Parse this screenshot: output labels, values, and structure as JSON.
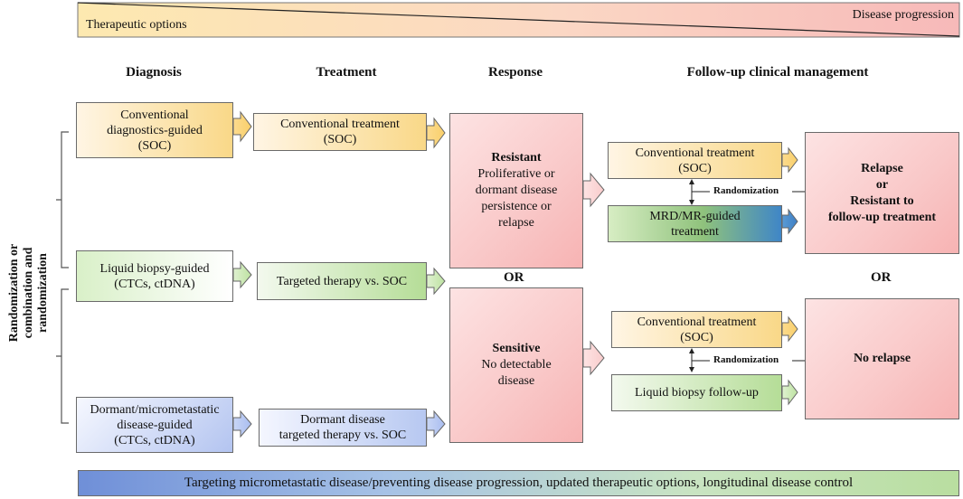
{
  "top_bar": {
    "therapeutic_options": "Therapeutic options",
    "disease_progression": "Disease progression"
  },
  "headers": {
    "diagnosis": "Diagnosis",
    "treatment": "Treatment",
    "response": "Response",
    "follow_up": "Follow-up clinical management"
  },
  "side_label": {
    "line1": "Randomization or",
    "line2": "combination and",
    "line3": "randomization"
  },
  "diagnosis": {
    "conventional": [
      "Conventional",
      "diagnostics-guided",
      "(SOC)"
    ],
    "liquid": [
      "Liquid biopsy-guided",
      "(CTCs, ctDNA)"
    ],
    "dormant": [
      "Dormant/micrometastatic",
      "disease-guided",
      "(CTCs, ctDNA)"
    ]
  },
  "treatment": {
    "conventional": [
      "Conventional treatment",
      "(SOC)"
    ],
    "targeted": [
      "Targeted therapy vs. SOC"
    ],
    "dormant": [
      "Dormant disease",
      "targeted therapy vs. SOC"
    ]
  },
  "response": {
    "resistant_title": "Resistant",
    "resistant_body": [
      "Proliferative or",
      "dormant disease",
      "persistence or",
      "relapse"
    ],
    "or_label": "OR",
    "sensitive_title": "Sensitive",
    "sensitive_body": [
      "No detectable",
      "disease"
    ]
  },
  "followup": {
    "upper_conventional": [
      "Conventional treatment",
      "(SOC)"
    ],
    "upper_mrd": [
      "MRD/MR-guided",
      "treatment"
    ],
    "lower_conventional": [
      "Conventional treatment",
      "(SOC)"
    ],
    "lower_liquid": [
      "Liquid biopsy follow-up"
    ],
    "randomization": "Randomization"
  },
  "outcomes": {
    "relapse": [
      "Relapse",
      "or",
      "Resistant to",
      "follow-up treatment"
    ],
    "or_label": "OR",
    "no_relapse": "No relapse"
  },
  "bottom_bar": "Targeting micrometastatic disease/preventing disease progression, updated therapeutic options, longitudinal disease control"
}
